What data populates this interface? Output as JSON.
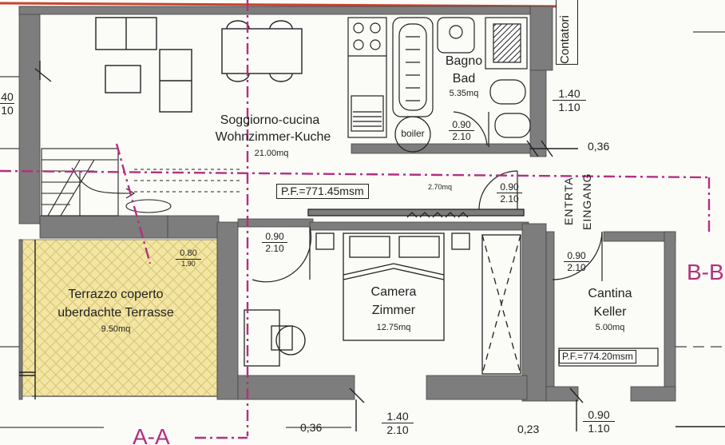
{
  "rooms": {
    "living": {
      "name": "Soggiorno-cucina",
      "name_de": "Wohnzimmer-Kuche",
      "area": "21.00mq"
    },
    "bath": {
      "name": "Bagno",
      "name_de": "Bad",
      "area": "5.35mq"
    },
    "terrace": {
      "name": "Terrazzo coperto",
      "name_de": "uberdachte Terrasse",
      "area": "9.50mq"
    },
    "bedroom": {
      "name": "Camera",
      "name_de": "Zimmer",
      "area": "12.75mq"
    },
    "cellar": {
      "name": "Cantina",
      "name_de": "Keller",
      "area": "5.00mq"
    }
  },
  "labels": {
    "contatori": "Contatori",
    "boiler": "boiler",
    "entrance_it": "ENTRTA",
    "entrance_de": "EINGANG",
    "floor_level_main": "P.F.=771.45msm",
    "floor_level_cellar": "P.F.=774.20msm",
    "corridor_width": "2.70mq",
    "section_b": "B-B",
    "section_a": "A-A"
  },
  "dimensions": {
    "left_frac": {
      "top": "40",
      "bottom": "10"
    },
    "right_window": {
      "top": "1.40",
      "bottom": "1.10"
    },
    "wall_036_right": "0,36",
    "bath_door": {
      "top": "0.90",
      "bottom": "2.10"
    },
    "corridor_door": {
      "top": "0.90",
      "bottom": "2.10"
    },
    "terrace_opening": {
      "top": "0.80",
      "bottom": "1.90"
    },
    "bedroom_door": {
      "top": "0.90",
      "bottom": "2.10"
    },
    "cellar_door": {
      "top": "0.90",
      "bottom": "2.10"
    },
    "wall_036_bottom": "0,36",
    "bedroom_window": {
      "top": "1.40",
      "bottom": "2.10"
    },
    "wall_023": "0,23",
    "cellar_window": {
      "top": "0.90",
      "bottom": "1.10"
    }
  },
  "colors": {
    "wall": "#7d7d7d",
    "section_line": "#b2307f",
    "terrace_fill": "#f3e6a4",
    "top_line": "#c8442f",
    "ink": "#222222"
  }
}
